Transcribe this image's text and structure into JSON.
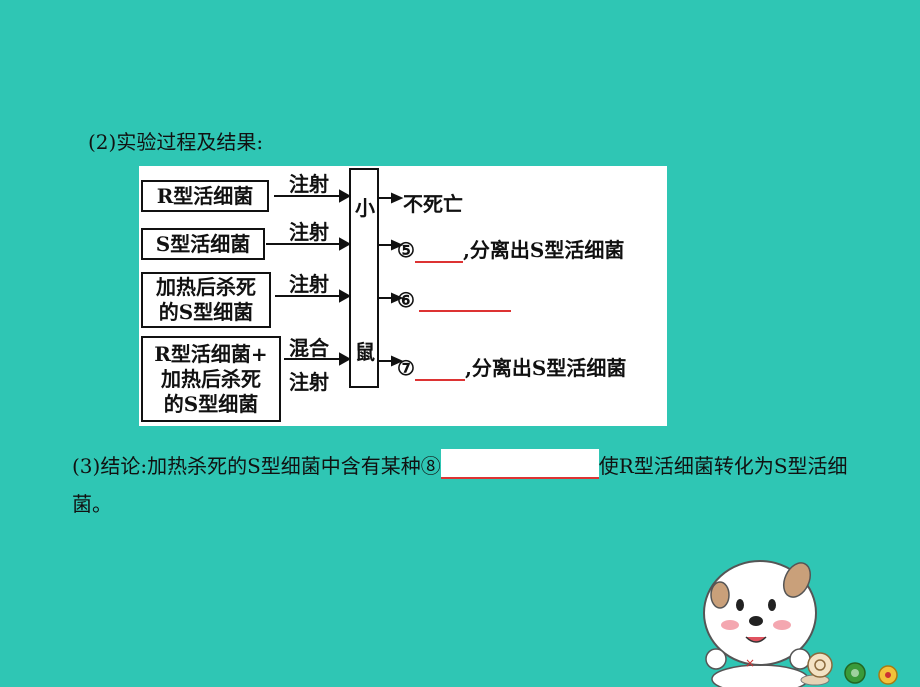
{
  "section2": {
    "heading": "(2)实验过程及结果:"
  },
  "diagram": {
    "inputs": [
      "R型活细菌",
      "S型活细菌",
      "加热后杀死\n的S型细菌",
      "R型活细菌+\n加热后杀死\n的S型细菌"
    ],
    "verb_inject": "注射",
    "verb_mix": "混合",
    "mouse_chars": [
      "小",
      "鼠"
    ],
    "results": {
      "r1": "不死亡",
      "r2_marker": "⑤",
      "r2_suffix": ",分离出S型活细菌",
      "r3_marker": "⑥",
      "r4_marker": "⑦",
      "r4_suffix": ",分离出S型活细菌"
    }
  },
  "section3": {
    "prefix": "(3)结论:加热杀死的S型细菌中含有某种⑧",
    "suffix": "使R型活细菌转化为S型活细菌。"
  },
  "colors": {
    "background": "#2fc6b4",
    "blank_line": "#dd3333"
  }
}
